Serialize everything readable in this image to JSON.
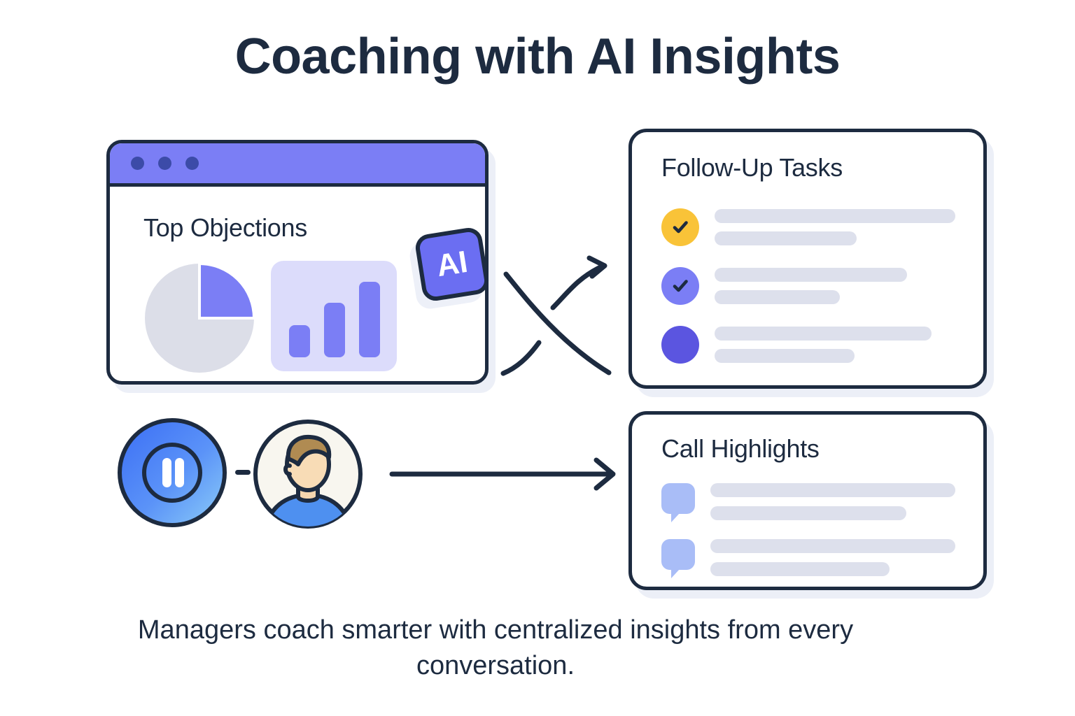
{
  "page": {
    "title": "Coaching with AI Insights",
    "caption": "Managers coach smarter with centralized insights from every conversation."
  },
  "colors": {
    "ink": "#1d2b40",
    "purple": "#7b7ef5",
    "purple_deep": "#5b55e0",
    "purple_badge": "#6b6ef2",
    "lavender_panel": "#dcdcfb",
    "placeholder_gray": "#dde0ec",
    "pie_gray": "#dcdee8",
    "yellow": "#f9c338",
    "bubble_blue": "#a9bdf7",
    "background": "#ffffff"
  },
  "browser_card": {
    "heading": "Top Objections",
    "dots": [
      "window-dot-1",
      "window-dot-2",
      "window-dot-3"
    ],
    "pie": {
      "icon": "pie-chart-icon",
      "slice_percent": 25,
      "slice_color": "#7b7ef5",
      "rest_color": "#dcdee8"
    },
    "bars": {
      "icon": "bar-chart-icon",
      "values": [
        46,
        78,
        108
      ],
      "color": "#7b7ef5",
      "panel_color": "#dcdcfb"
    }
  },
  "ai_badge": {
    "label": "AI",
    "icon": "ai-badge-icon"
  },
  "tasks_card": {
    "heading": "Follow-Up Tasks",
    "rows": [
      {
        "marker": "check-circle-yellow",
        "color": "#f9c338",
        "checked": true,
        "bar_widths": [
          "100%",
          "59%"
        ]
      },
      {
        "marker": "check-circle-purple",
        "color": "#7b7ef5",
        "checked": true,
        "bar_widths": [
          "80%",
          "52%"
        ]
      },
      {
        "marker": "dot-circle-purple",
        "color": "#5b55e0",
        "checked": false,
        "bar_widths": [
          "90%",
          "58%"
        ]
      }
    ]
  },
  "highlights_card": {
    "heading": "Call Highlights",
    "rows": [
      {
        "marker": "speech-bubble-icon",
        "bar_widths": [
          "100%",
          "80%"
        ]
      },
      {
        "marker": "speech-bubble-icon",
        "bar_widths": [
          "100%",
          "73%"
        ]
      }
    ]
  },
  "player": {
    "button_icon": "pause-button-icon",
    "avatar_icon": "person-avatar-icon",
    "connector": "dash-connector"
  },
  "arrows": [
    {
      "name": "arrow-insights-to-tasks",
      "style": "curved-crossing-up",
      "has_head": true
    },
    {
      "name": "arrow-insights-crossing-down",
      "style": "curved-crossing-down",
      "has_head": false
    },
    {
      "name": "arrow-call-to-highlights",
      "style": "straight",
      "has_head": true
    }
  ]
}
